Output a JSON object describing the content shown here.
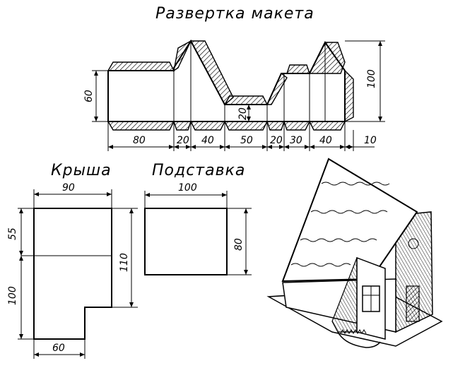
{
  "titles": {
    "net": "Развертка макета",
    "roof": "Крыша",
    "base": "Подставка"
  },
  "net_dims": {
    "height_left": "60",
    "height_right": "100",
    "inner_step": "20",
    "w80": "80",
    "w20a": "20",
    "w40a": "40",
    "w50": "50",
    "w20b": "20",
    "w30": "30",
    "w40b": "40",
    "w10": "10"
  },
  "roof_dims": {
    "width_top": "90",
    "left_upper": "55",
    "left_lower": "100",
    "right": "110",
    "bottom": "60"
  },
  "base_dims": {
    "width": "100",
    "height": "80"
  }
}
